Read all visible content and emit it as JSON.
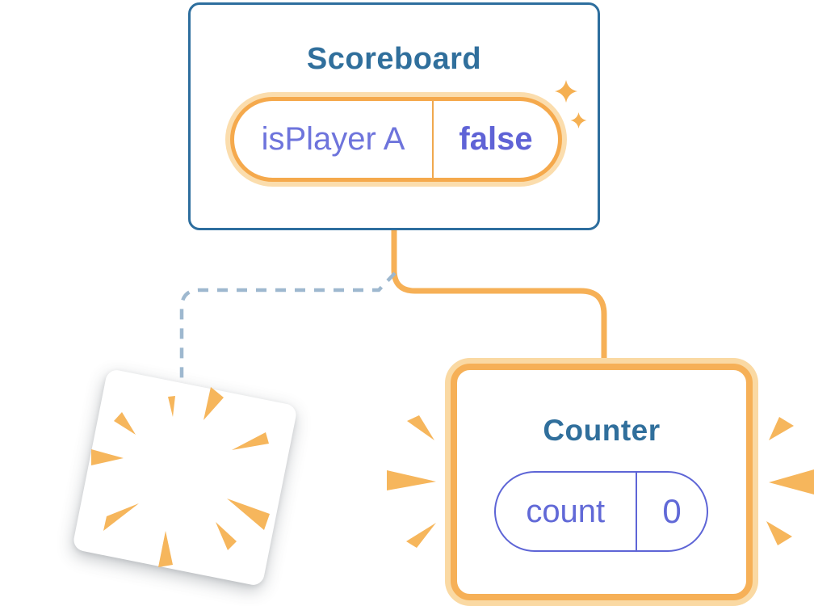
{
  "diagram": {
    "scoreboard": {
      "title": "Scoreboard",
      "state": {
        "key": "isPlayer A",
        "value": "false"
      }
    },
    "counter": {
      "title": "Counter",
      "state": {
        "key": "count",
        "value": "0"
      }
    }
  },
  "colors": {
    "background": "#FFFFFF",
    "component_border_blue": "#2D6E9E",
    "title_text_blue": "#306F9C",
    "state_text_purple": "#6169D7",
    "state_value_purple": "#5F63D6",
    "pill_border_purple": "#5E65D6",
    "highlight_orange": "#F6B057",
    "pill_border_orange": "#F5A94C",
    "highlight_halo_orange": "#FAD9A3",
    "burst_orange": "#F6B65C",
    "dashed_line_blue_gray": "#9EB8CF"
  },
  "icons": {
    "sparkles": "sparkle-icon",
    "poof": "poof-burst-icon",
    "emphasis_left": "emphasis-burst-left-icon",
    "emphasis_right": "emphasis-burst-right-icon"
  }
}
